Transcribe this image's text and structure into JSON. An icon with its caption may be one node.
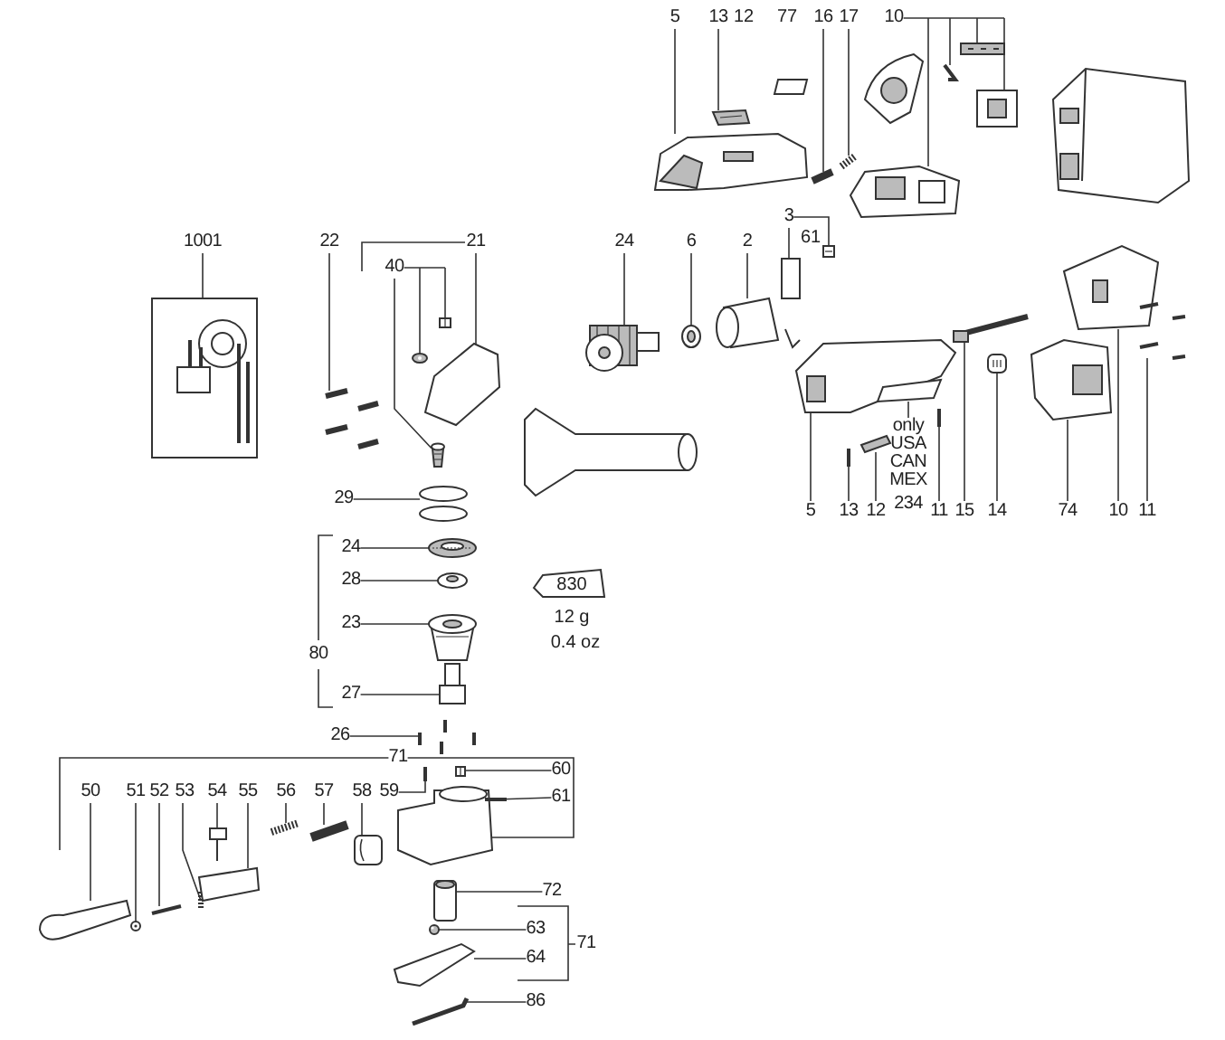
{
  "diagram": {
    "nodes": [
      {
        "text": [
          "5"
        ]
      },
      {
        "text": [
          "13"
        ]
      },
      {
        "text": [
          "16"
        ]
      },
      {
        "text": [
          "17"
        ]
      },
      {
        "text": [
          "10"
        ]
      },
      {
        "text": [
          "1001"
        ]
      },
      {
        "text": [
          "22"
        ]
      },
      {
        "text": [
          "21"
        ]
      },
      {
        "text": [
          "24"
        ]
      },
      {
        "text": [
          "6"
        ]
      },
      {
        "text": [
          "2"
        ]
      },
      {
        "text": [
          "3"
        ]
      },
      {
        "text": [
          "40"
        ]
      },
      {
        "text": [
          "29"
        ]
      },
      {
        "text": [
          "24"
        ]
      },
      {
        "text": [
          "28"
        ]
      },
      {
        "text": [
          "23"
        ]
      },
      {
        "text": [
          "80"
        ]
      },
      {
        "text": [
          "27"
        ]
      },
      {
        "text": [
          "26"
        ]
      },
      {
        "text": [
          "71"
        ]
      },
      {
        "text": [
          "50"
        ]
      },
      {
        "text": [
          "51"
        ]
      },
      {
        "text": [
          "52"
        ]
      },
      {
        "text": [
          "53"
        ]
      },
      {
        "text": [
          "54"
        ]
      },
      {
        "text": [
          "55"
        ]
      },
      {
        "text": [
          "56"
        ]
      },
      {
        "text": [
          "57"
        ]
      },
      {
        "text": [
          "58"
        ]
      },
      {
        "text": [
          "59"
        ]
      },
      {
        "text": [
          "60"
        ]
      },
      {
        "text": [
          "61"
        ]
      },
      {
        "text": [
          "72"
        ]
      },
      {
        "text": [
          "63"
        ]
      },
      {
        "text": [
          "71"
        ]
      },
      {
        "text": [
          "64"
        ]
      },
      {
        "text": [
          "86"
        ]
      },
      {
        "text": [
          "5"
        ]
      },
      {
        "text": [
          "13"
        ]
      },
      {
        "text": [
          "12"
        ]
      },
      {
        "text": [
          "only USA CAN MEX",
          "234"
        ]
      },
      {
        "text": [
          "11"
        ]
      },
      {
        "text": [
          "15"
        ]
      },
      {
        "text": [
          "14"
        ]
      },
      {
        "text": [
          "74"
        ]
      },
      {
        "text": [
          "10"
        ]
      },
      {
        "text": [
          "11"
        ]
      },
      {
        "text": [],
        "shape": "picture"
      },
      {
        "text": [],
        "shape": "picture"
      },
      {
        "text": [],
        "shape": "picture"
      },
      {
        "text": [],
        "shape": "picture"
      },
      {
        "text": [],
        "shape": "picture"
      },
      {
        "text": [],
        "shape": "picture"
      },
      {
        "text": [],
        "shape": "picture"
      },
      {
        "text": [],
        "shape": "picture"
      },
      {
        "text": [],
        "shape": "picture"
      },
      {
        "text": [],
        "shape": "picture"
      },
      {
        "text": [],
        "shape": "picture"
      },
      {
        "text": [],
        "shape": "picture"
      },
      {
        "text": [],
        "shape": "picture"
      },
      {
        "text": [],
        "shape": "picture"
      },
      {
        "text": [],
        "shape": "picture"
      },
      {
        "text": [],
        "shape": "picture"
      },
      {
        "text": [],
        "shape": "picture"
      },
      {
        "text": [],
        "shape": "picture"
      },
      {
        "text": [],
        "shape": "picture"
      },
      {
        "text": [],
        "shape": "picture"
      },
      {
        "text": [],
        "shape": "picture"
      },
      {
        "text": [],
        "shape": "picture"
      },
      {
        "text": [],
        "shape": "picture"
      },
      {
        "text": [],
        "shape": "picture"
      },
      {
        "text": [],
        "shape": "picture"
      },
      {
        "text": [],
        "shape": "picture"
      },
      {
        "text": [],
        "shape": "picture"
      },
      {
        "text": [],
        "shape": "picture"
      },
      {
        "text": [],
        "shape": "picture"
      },
      {
        "text": [],
        "shape": "picture"
      },
      {
        "text": [],
        "shape": "picture"
      },
      {
        "text": [],
        "shape": "picture"
      },
      {
        "text": [],
        "shape": "picture"
      },
      {
        "text": [],
        "shape": "picture"
      },
      {
        "text": [],
        "shape": "picture"
      },
      {
        "text": [],
        "shape": "picture"
      },
      {
        "text": [],
        "shape": "picture"
      },
      {
        "text": [],
        "shape": "picture"
      },
      {
        "text": [],
        "shape": "picture"
      },
      {
        "text": [],
        "shape": "picture"
      },
      {
        "text": [],
        "shape": "picture"
      },
      {
        "text": [],
        "shape": "picture"
      },
      {
        "text": [],
        "shape": "picture"
      },
      {
        "text": [],
        "shape": "picture"
      },
      {
        "text": [],
        "shape": "picture"
      },
      {
        "text": [],
        "shape": "picture"
      },
      {
        "text": [],
        "shape": "picture"
      },
      {
        "text": [],
        "shape": "picture"
      },
      {
        "text": [],
        "shape": "picture"
      },
      {
        "text": [],
        "shape": "picture"
      },
      {
        "text": [],
        "shape": "picture"
      },
      {
        "text": [],
        "shape": "picture"
      }
    ],
    "edges": [
      {
        "from": 0,
        "to": 48,
        "arrow": "none"
      },
      {
        "from": 1,
        "to": 49,
        "arrow": "none"
      },
      {
        "from": 2,
        "to": 50,
        "arrow": "none"
      },
      {
        "from": 3,
        "to": 51,
        "arrow": "none"
      },
      {
        "from": 4,
        "to": 52,
        "arrow": "none"
      },
      {
        "from": 4,
        "to": 53,
        "arrow": "none"
      },
      {
        "from": 4,
        "to": 54,
        "arrow": "none"
      },
      {
        "from": 4,
        "to": 55,
        "arrow": "none"
      },
      {
        "from": 5,
        "to": 56,
        "arrow": "none"
      },
      {
        "from": 6,
        "to": 57,
        "arrow": "none"
      },
      {
        "from": 7,
        "to": 58,
        "arrow": "none"
      },
      {
        "from": 8,
        "to": 62,
        "arrow": "none"
      },
      {
        "from": 9,
        "to": 63,
        "arrow": "none"
      },
      {
        "from": 10,
        "to": 64,
        "arrow": "none"
      },
      {
        "from": 11,
        "to": 66,
        "arrow": "none"
      },
      {
        "from": 11,
        "to": 65,
        "arrow": "none"
      },
      {
        "from": 12,
        "to": 59,
        "arrow": "none"
      },
      {
        "from": 12,
        "to": 60,
        "arrow": "none"
      },
      {
        "from": 12,
        "to": 61,
        "arrow": "none"
      },
      {
        "from": 13,
        "to": 67,
        "arrow": "none"
      },
      {
        "from": 14,
        "to": 68,
        "arrow": "none"
      },
      {
        "from": 15,
        "to": 69,
        "arrow": "none"
      },
      {
        "from": 16,
        "to": 70,
        "arrow": "none"
      },
      {
        "from": 18,
        "to": 71,
        "arrow": "none"
      },
      {
        "from": 19,
        "to": 72,
        "arrow": "none"
      },
      {
        "from": 20,
        "to": null,
        "arrow": "none"
      },
      {
        "from": 20,
        "to": 73,
        "arrow": "none"
      },
      {
        "from": 21,
        "to": 74,
        "arrow": "none"
      },
      {
        "from": 22,
        "to": 75,
        "arrow": "none"
      },
      {
        "from": 23,
        "to": 76,
        "arrow": "none"
      },
      {
        "from": 24,
        "to": 77,
        "arrow": "none"
      },
      {
        "from": 25,
        "to": 78,
        "arrow": "none"
      },
      {
        "from": 26,
        "to": 79,
        "arrow": "none"
      },
      {
        "from": 27,
        "to": 80,
        "arrow": "none"
      },
      {
        "from": 28,
        "to": 81,
        "arrow": "none"
      },
      {
        "from": 29,
        "to": 82,
        "arrow": "none"
      },
      {
        "from": 30,
        "to": 83,
        "arrow": "none"
      },
      {
        "from": 31,
        "to": 84,
        "arrow": "none"
      },
      {
        "from": 32,
        "to": 85,
        "arrow": "none"
      },
      {
        "from": 33,
        "to": 86,
        "arrow": "none"
      },
      {
        "from": 34,
        "to": 87,
        "arrow": "none"
      },
      {
        "from": 36,
        "to": 88,
        "arrow": "none"
      },
      {
        "from": 37,
        "to": 89,
        "arrow": "none"
      },
      {
        "from": 38,
        "to": 90,
        "arrow": "none"
      },
      {
        "from": 39,
        "to": 91,
        "arrow": "none"
      },
      {
        "from": 40,
        "to": 92,
        "arrow": "none"
      },
      {
        "from": 41,
        "to": 93,
        "arrow": "none"
      },
      {
        "from": 42,
        "to": 94,
        "arrow": "none"
      },
      {
        "from": 43,
        "to": 95,
        "arrow": "none"
      },
      {
        "from": 44,
        "to": 96,
        "arrow": "none"
      },
      {
        "from": 45,
        "to": 97,
        "arrow": "none"
      },
      {
        "from": 46,
        "to": 98,
        "arrow": "none"
      },
      {
        "from": 47,
        "to": 99,
        "arrow": "none"
      }
    ],
    "labels": [
      "12",
      "77",
      "61",
      "830",
      "12 g",
      "0.4 oz"
    ]
  }
}
